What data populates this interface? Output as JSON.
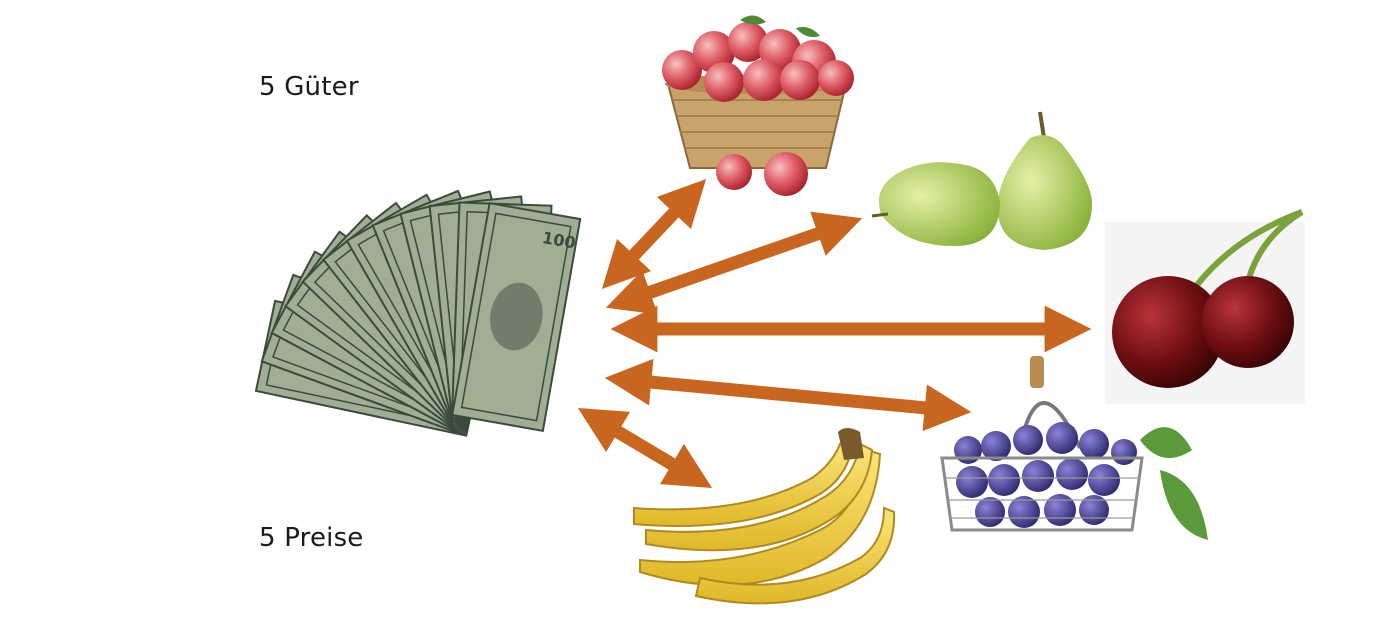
{
  "labels": {
    "goods": "5 Güter",
    "prices": "5 Preise"
  },
  "center": {
    "name": "money",
    "icon": "banknotes-icon",
    "denomination": "100"
  },
  "items": [
    {
      "name": "apples",
      "icon": "apple-basket-icon"
    },
    {
      "name": "pears",
      "icon": "pears-icon"
    },
    {
      "name": "cherries",
      "icon": "cherries-icon"
    },
    {
      "name": "plums",
      "icon": "plum-basket-icon"
    },
    {
      "name": "bananas",
      "icon": "bananas-icon"
    }
  ],
  "colors": {
    "arrow": "#c8651e",
    "bill_green": "#9fae94",
    "bill_dark": "#3c4a3c"
  }
}
